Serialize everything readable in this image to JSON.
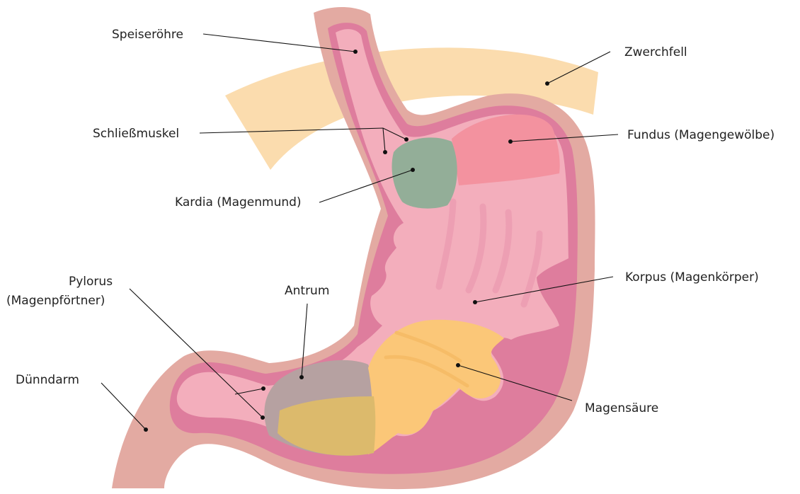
{
  "labels": {
    "speiseroehre": "Speiseröhre",
    "zwerchfell": "Zwerchfell",
    "schliessmuskel": "Schließmuskel",
    "fundus": "Fundus (Magengewölbe)",
    "kardia": "Kardia (Magenmund)",
    "pylorus_line1": "Pylorus",
    "pylorus_line2": "(Magenpförtner)",
    "antrum": "Antrum",
    "korpus": "Korpus (Magenkörper)",
    "duenndarm": "Dünndarm",
    "magensaeure": "Magensäure"
  },
  "colors": {
    "diaphragm": "#fbdcae",
    "outer_wall": "#e3aaa2",
    "muscle_layer": "#de7d9d",
    "inner_lining": "#f3aebc",
    "fundus": "#f3929f",
    "kardia": "#93ae98",
    "antrum": "#b6a1a1",
    "acid": "#fbc778",
    "acid_overlap": "#dcba6c"
  }
}
